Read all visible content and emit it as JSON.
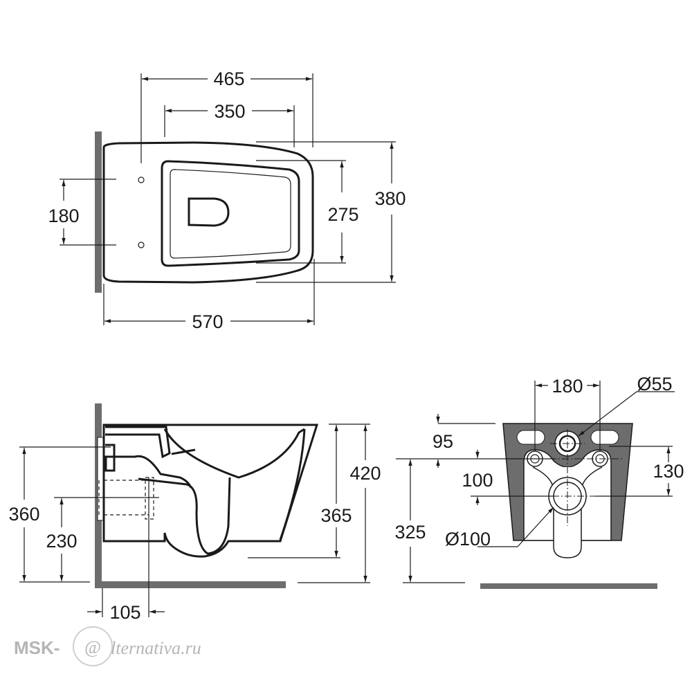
{
  "top_view": {
    "dims": {
      "width_465": "465",
      "width_350": "350",
      "height_380": "380",
      "height_275": "275",
      "fixing_180": "180",
      "length_570": "570"
    }
  },
  "side_view": {
    "dims": {
      "height_420": "420",
      "height_365": "365",
      "height_360": "360",
      "height_230": "230",
      "offset_105": "105"
    }
  },
  "rear_view": {
    "dims": {
      "spacing_180": "180",
      "diameter_55": "Ø55",
      "depth_95": "95",
      "depth_100": "100",
      "height_130": "130",
      "height_325": "325",
      "diameter_100": "Ø100"
    }
  },
  "watermark": {
    "brand_left": "MSK-",
    "brand_mark": "@",
    "brand_right": "lternativa.ru"
  },
  "colors": {
    "line": "#1a1a1a",
    "wall": "#6d6d6d",
    "watermark": "#b5b5b5"
  }
}
